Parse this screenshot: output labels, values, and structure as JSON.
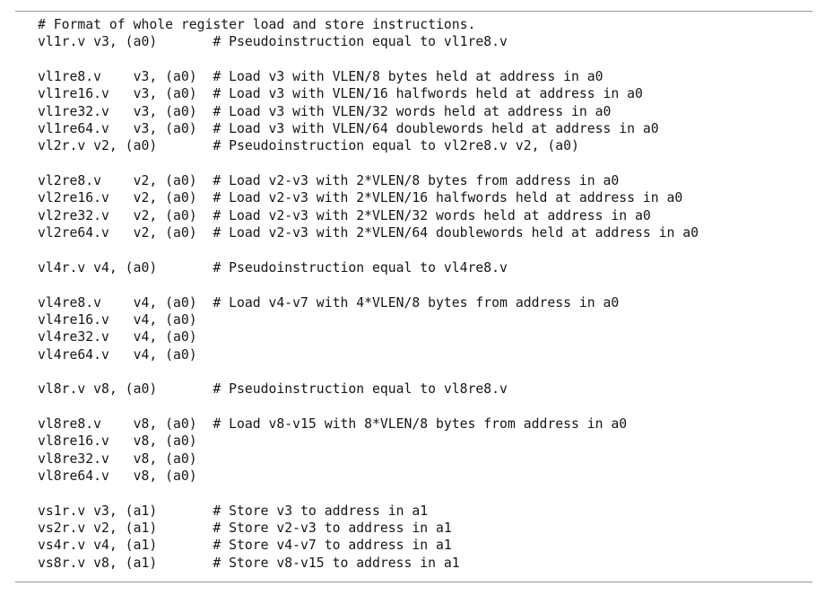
{
  "page": {
    "background": "#ffffff"
  },
  "colors": {
    "rule": "#979797",
    "code_text": "#161616",
    "background": "#ffffff"
  },
  "code_block": {
    "lines": [
      "# Format of whole register load and store instructions.",
      "vl1r.v v3, (a0)       # Pseudoinstruction equal to vl1re8.v",
      "",
      "vl1re8.v    v3, (a0)  # Load v3 with VLEN/8 bytes held at address in a0",
      "vl1re16.v   v3, (a0)  # Load v3 with VLEN/16 halfwords held at address in a0",
      "vl1re32.v   v3, (a0)  # Load v3 with VLEN/32 words held at address in a0",
      "vl1re64.v   v3, (a0)  # Load v3 with VLEN/64 doublewords held at address in a0",
      "vl2r.v v2, (a0)       # Pseudoinstruction equal to vl2re8.v v2, (a0)",
      "",
      "vl2re8.v    v2, (a0)  # Load v2-v3 with 2*VLEN/8 bytes from address in a0",
      "vl2re16.v   v2, (a0)  # Load v2-v3 with 2*VLEN/16 halfwords held at address in a0",
      "vl2re32.v   v2, (a0)  # Load v2-v3 with 2*VLEN/32 words held at address in a0",
      "vl2re64.v   v2, (a0)  # Load v2-v3 with 2*VLEN/64 doublewords held at address in a0",
      "",
      "vl4r.v v4, (a0)       # Pseudoinstruction equal to vl4re8.v",
      "",
      "vl4re8.v    v4, (a0)  # Load v4-v7 with 4*VLEN/8 bytes from address in a0",
      "vl4re16.v   v4, (a0)",
      "vl4re32.v   v4, (a0)",
      "vl4re64.v   v4, (a0)",
      "",
      "vl8r.v v8, (a0)       # Pseudoinstruction equal to vl8re8.v",
      "",
      "vl8re8.v    v8, (a0)  # Load v8-v15 with 8*VLEN/8 bytes from address in a0",
      "vl8re16.v   v8, (a0)",
      "vl8re32.v   v8, (a0)",
      "vl8re64.v   v8, (a0)",
      "",
      "vs1r.v v3, (a1)       # Store v3 to address in a1",
      "vs2r.v v2, (a1)       # Store v2-v3 to address in a1",
      "vs4r.v v4, (a1)       # Store v4-v7 to address in a1",
      "vs8r.v v8, (a1)       # Store v8-v15 to address in a1"
    ]
  }
}
